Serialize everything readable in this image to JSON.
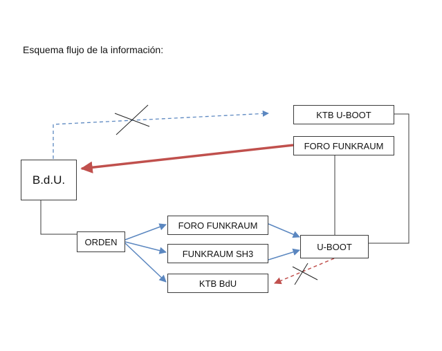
{
  "title": "Esquema flujo de la información:",
  "nodes": {
    "bdu": "B.d.U.",
    "orden": "ORDEN",
    "foro_funkraum_mid": "FORO FUNKRAUM",
    "funkraum_sh3": "FUNKRAUM SH3",
    "ktb_bdu": "KTB BdU",
    "ktb_uboot": "KTB U-BOOT",
    "foro_funkraum_top": "FORO FUNKRAUM",
    "uboot": "U-BOOT"
  },
  "colors": {
    "blue_arrow": "#5b87c0",
    "red_arrow": "#c0504d",
    "line": "#3a3a3a",
    "cross": "#222222"
  }
}
